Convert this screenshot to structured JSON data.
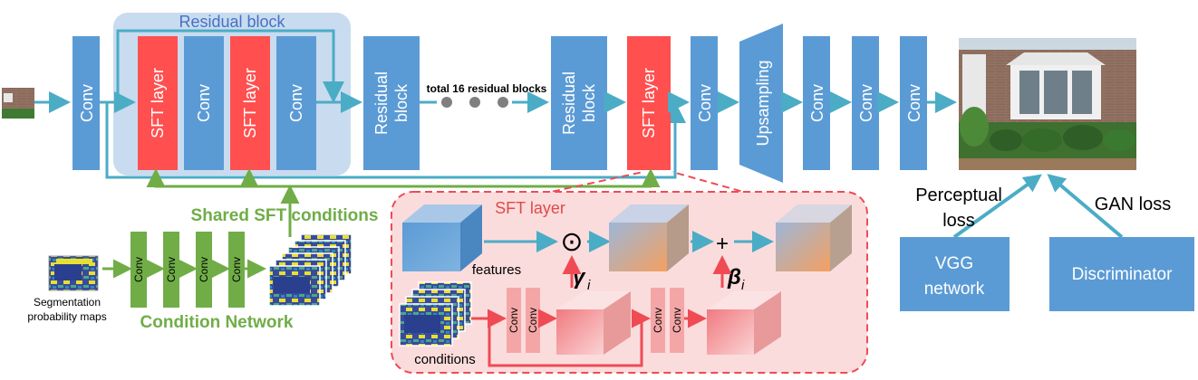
{
  "colors": {
    "block_blue": "#5b9bd5",
    "sft_red": "#ff4f4f",
    "arrow_cyan": "#4bacc6",
    "cond_green": "#70ad47",
    "residual_bg": "#c9dbef",
    "sft_panel_bg": "#fbdcdc",
    "sft_arrow_red": "#ef4b55",
    "sft_conv_pink": "#f4a6a6"
  },
  "generator": {
    "conv_label": "Conv",
    "residual_block_title": "Residual block",
    "sft_layer_label": "SFT layer",
    "residual_label_line1": "Residual",
    "residual_label_line2": "block",
    "total_blocks_text": "total 16 residual blocks",
    "upsampling_label": "Upsampling"
  },
  "condition_network": {
    "input_caption_line1": "Segmentation",
    "input_caption_line2": "probability maps",
    "conv_label": "Conv",
    "title": "Condition Network",
    "shared_text": "Shared SFT conditions"
  },
  "sft_detail": {
    "title": "SFT layer",
    "features_label": "features",
    "conditions_label": "conditions",
    "conv_label": "Conv",
    "multiply_symbol": "⊙",
    "add_symbol": "+",
    "gamma_symbol": "γ",
    "gamma_sub": "i",
    "beta_symbol": "β",
    "beta_sub": "i"
  },
  "losses": {
    "perceptual_line1": "Perceptual",
    "perceptual_line2": "loss",
    "gan_loss": "GAN loss",
    "vgg_line1": "VGG",
    "vgg_line2": "network",
    "discriminator": "Discriminator"
  }
}
